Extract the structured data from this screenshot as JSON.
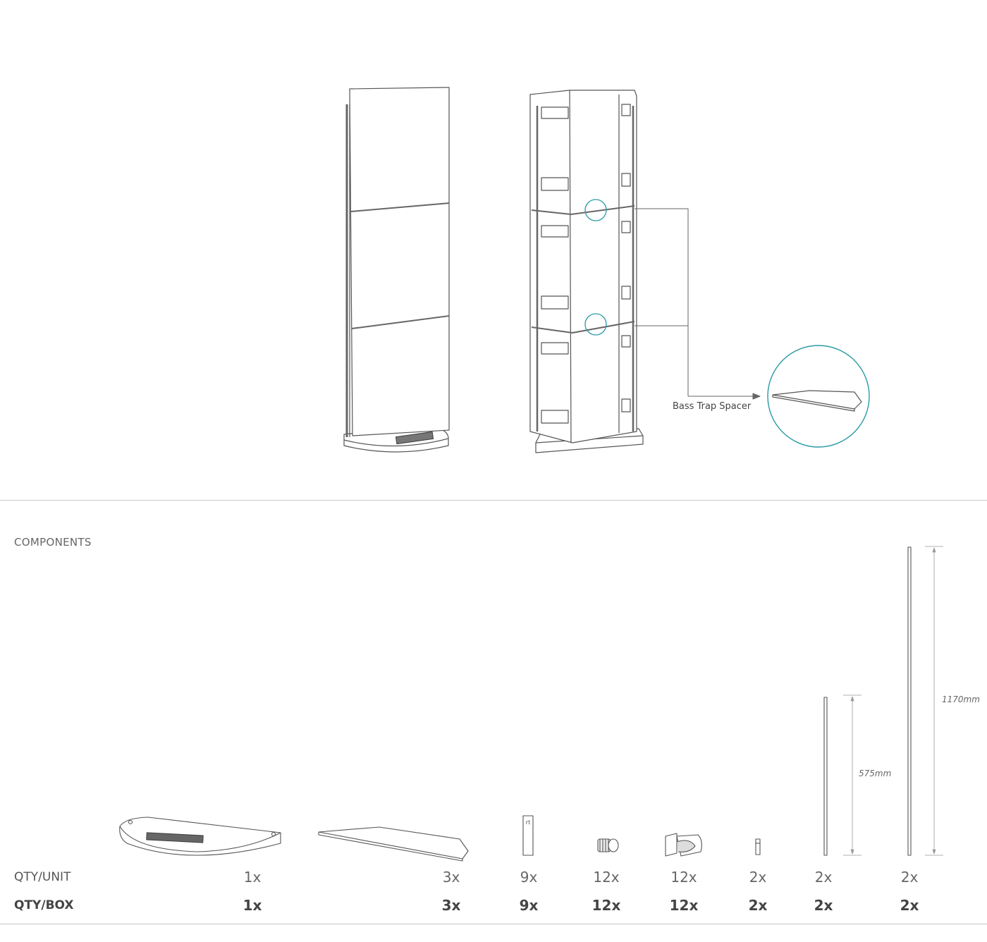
{
  "callout": {
    "label": "Bass Trap Spacer"
  },
  "components": {
    "title": "COMPONENTS",
    "row_labels": {
      "qty_unit": "QTY/UNIT",
      "qty_box": "QTY/BOX"
    },
    "items": [
      {
        "icon": "base-plate-icon",
        "qty_unit": "1x",
        "qty_box": "1x"
      },
      {
        "icon": "bass-trap-spacer-icon",
        "qty_unit": "3x",
        "qty_box": "3x"
      },
      {
        "icon": "rt-label-icon",
        "qty_unit": "9x",
        "qty_box": "9x"
      },
      {
        "icon": "threaded-insert-icon",
        "qty_unit": "12x",
        "qty_box": "12x"
      },
      {
        "icon": "clip-bracket-icon",
        "qty_unit": "12x",
        "qty_box": "12x"
      },
      {
        "icon": "small-pin-icon",
        "qty_unit": "2x",
        "qty_box": "2x"
      },
      {
        "icon": "short-rod-icon",
        "qty_unit": "2x",
        "qty_box": "2x",
        "dimension": "575mm"
      },
      {
        "icon": "long-rod-icon",
        "qty_unit": "2x",
        "qty_box": "2x",
        "dimension": "1170mm"
      }
    ]
  },
  "colors": {
    "line": "#555555",
    "accent": "#2a9aa5",
    "divider": "#c8c8c8"
  }
}
